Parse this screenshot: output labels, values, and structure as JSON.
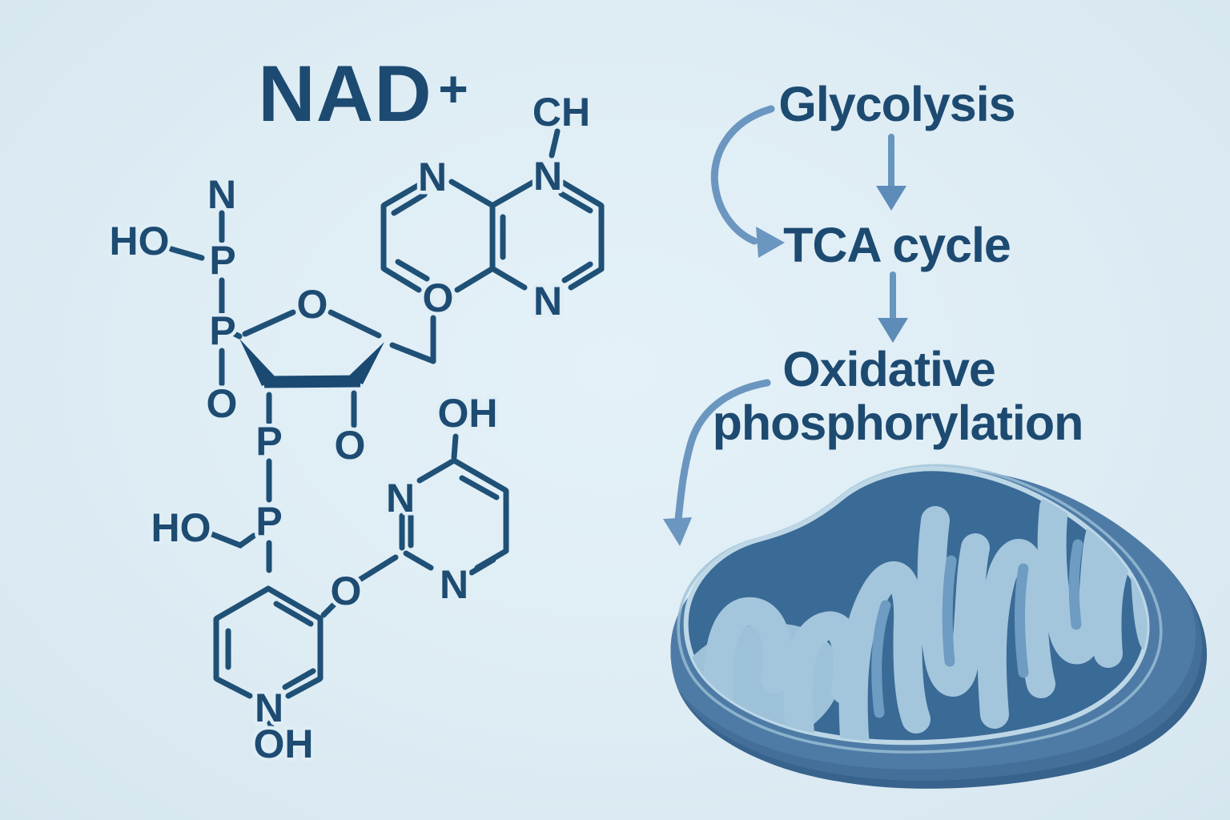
{
  "title": {
    "main": "NAD",
    "plus": "+"
  },
  "molecule": {
    "name": "NAD+ chemical structure",
    "atoms": {
      "n_top": "N",
      "ho_top": "HO",
      "p1": "P",
      "p2": "P",
      "o_chain": "O",
      "o_ribose": "O",
      "p3": "P",
      "o_c3": "O",
      "p4": "P",
      "ho_mid": "HO",
      "o_bridge": "O",
      "n_pyridine": "N",
      "oh_pyridine": "OH",
      "oh_pyrimidine": "OH",
      "n_pyrimidine_left": "N",
      "n_pyrimidine_bottom": "N",
      "o_bicyclic": "O",
      "n_bicyclic_topleft": "N",
      "n_bicyclic_topright": "N",
      "n_bicyclic_bottomright": "N",
      "ch_group": "CH"
    }
  },
  "pathway": {
    "steps": [
      {
        "label": "Glycolysis"
      },
      {
        "label": "TCA cycle"
      },
      {
        "label_line1": "Oxidative",
        "label_line2": "phosphorylation"
      }
    ]
  },
  "illustration": {
    "subject": "mitochondrion"
  },
  "colors": {
    "background": "#deecf4",
    "ink_dark_navy": "#1d4b72",
    "bond_navy": "#1f5076",
    "arrow_blue": "#6796bf",
    "arrow_head_blue": "#5d8cb8",
    "mito_outer": "#4e7ba6",
    "mito_wall_shade": "#436f99",
    "mito_wall_deep": "#38638c",
    "mito_rim_light": "#bdd7e6",
    "mito_matrix": "#3a6a96",
    "cristae_light": "#a3c6dc",
    "cristae_core": "#6e9cc2"
  }
}
